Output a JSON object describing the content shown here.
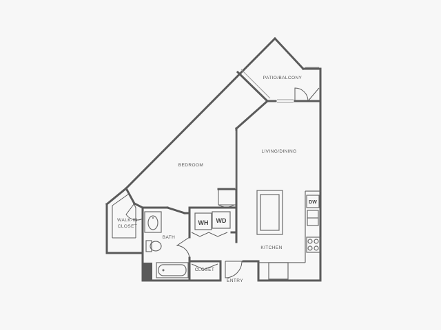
{
  "rooms": {
    "patio": "PATIO/BALCONY",
    "living": "LIVING/DINING",
    "bedroom": "BEDROOM",
    "walkin_line1": "WALK-IN",
    "walkin_line2": "CLOSET",
    "bath": "BATH",
    "kitchen": "KITCHEN",
    "closet": "CLOSET",
    "entry": "ENTRY"
  },
  "appliances": {
    "water_heater": "WH",
    "washer_dryer": "WD",
    "dishwasher": "DW"
  },
  "colors": {
    "wall": "#5a5a5a",
    "background": "#f7f7f7",
    "accent_dark": "#5a5a5a"
  }
}
